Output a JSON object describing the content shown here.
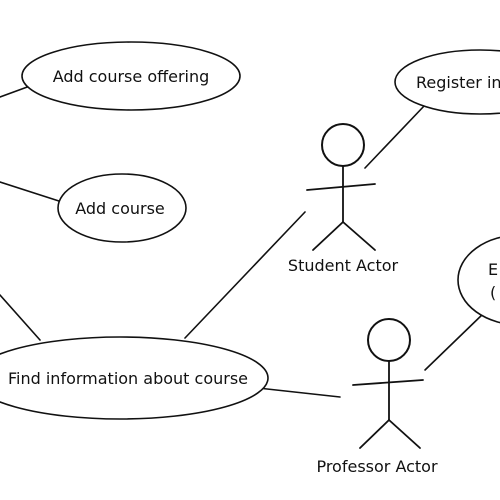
{
  "use_cases": {
    "add_course_offering": "Add course offering",
    "add_course": "Add course",
    "find_information": "Find information about course",
    "register": "Register in",
    "professor_partial_line1": "E",
    "professor_partial_line2": "("
  },
  "actors": {
    "student": "Student Actor",
    "professor": "Professor Actor"
  }
}
